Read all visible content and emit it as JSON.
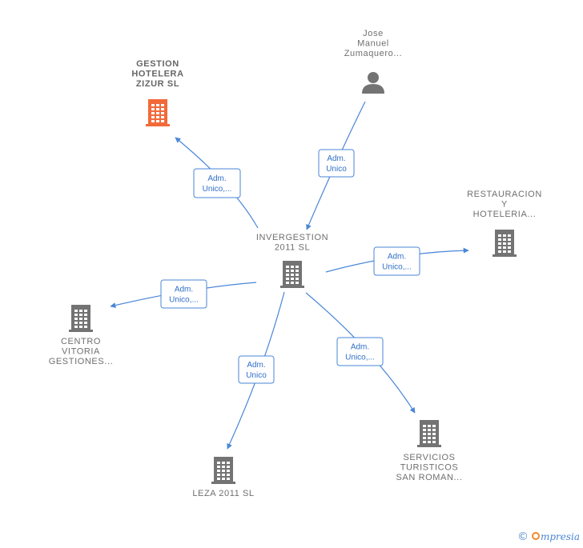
{
  "colors": {
    "edge": "#4a86d6",
    "edge_label_text": "#2f6fc8",
    "node_gray": "#737373",
    "node_highlight": "#f26a3a",
    "label_text": "#6f6f6f"
  },
  "nodes": [
    {
      "id": "gestion",
      "type": "company",
      "highlight": true,
      "label_lines": [
        "GESTION",
        "HOTELERA",
        "ZIZUR  SL"
      ]
    },
    {
      "id": "jose",
      "type": "person",
      "highlight": false,
      "label_lines": [
        "Jose",
        "Manuel",
        "Zumaquero..."
      ]
    },
    {
      "id": "restauracion",
      "type": "company",
      "highlight": false,
      "label_lines": [
        "RESTAURACION",
        "Y",
        "HOTELERIA..."
      ]
    },
    {
      "id": "invergestion",
      "type": "company",
      "highlight": false,
      "label_lines": [
        "INVERGESTION",
        "2011 SL"
      ]
    },
    {
      "id": "centro",
      "type": "company",
      "highlight": false,
      "label_lines": [
        "CENTRO",
        "VITORIA",
        "GESTIONES..."
      ]
    },
    {
      "id": "servicios",
      "type": "company",
      "highlight": false,
      "label_lines": [
        "SERVICIOS",
        "TURISTICOS",
        "SAN ROMAN..."
      ]
    },
    {
      "id": "leza",
      "type": "company",
      "highlight": false,
      "label_lines": [
        "LEZA 2011  SL"
      ]
    }
  ],
  "edges": [
    {
      "id": "e-gestion",
      "from": "invergestion",
      "to": "gestion",
      "label_lines": [
        "Adm.",
        "Unico,..."
      ]
    },
    {
      "id": "e-jose",
      "from": "jose",
      "to": "invergestion",
      "label_lines": [
        "Adm.",
        "Unico"
      ]
    },
    {
      "id": "e-restauracion",
      "from": "invergestion",
      "to": "restauracion",
      "label_lines": [
        "Adm.",
        "Unico,..."
      ]
    },
    {
      "id": "e-centro",
      "from": "invergestion",
      "to": "centro",
      "label_lines": [
        "Adm.",
        "Unico,..."
      ]
    },
    {
      "id": "e-servicios",
      "from": "invergestion",
      "to": "servicios",
      "label_lines": [
        "Adm.",
        "Unico,..."
      ]
    },
    {
      "id": "e-leza",
      "from": "invergestion",
      "to": "leza",
      "label_lines": [
        "Adm.",
        "Unico"
      ]
    }
  ],
  "watermark": {
    "copyright_symbol": "©",
    "brand_text": "mpresia"
  }
}
